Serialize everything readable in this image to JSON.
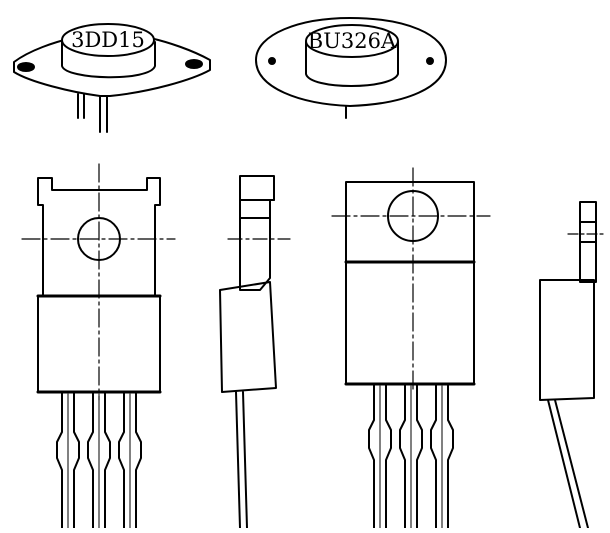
{
  "components": [
    {
      "id": "metal-can-1",
      "label": "3DD15"
    },
    {
      "id": "metal-can-2",
      "label": "BU326A"
    }
  ],
  "colors": {
    "ink": "#000000",
    "paper": "#ffffff"
  }
}
